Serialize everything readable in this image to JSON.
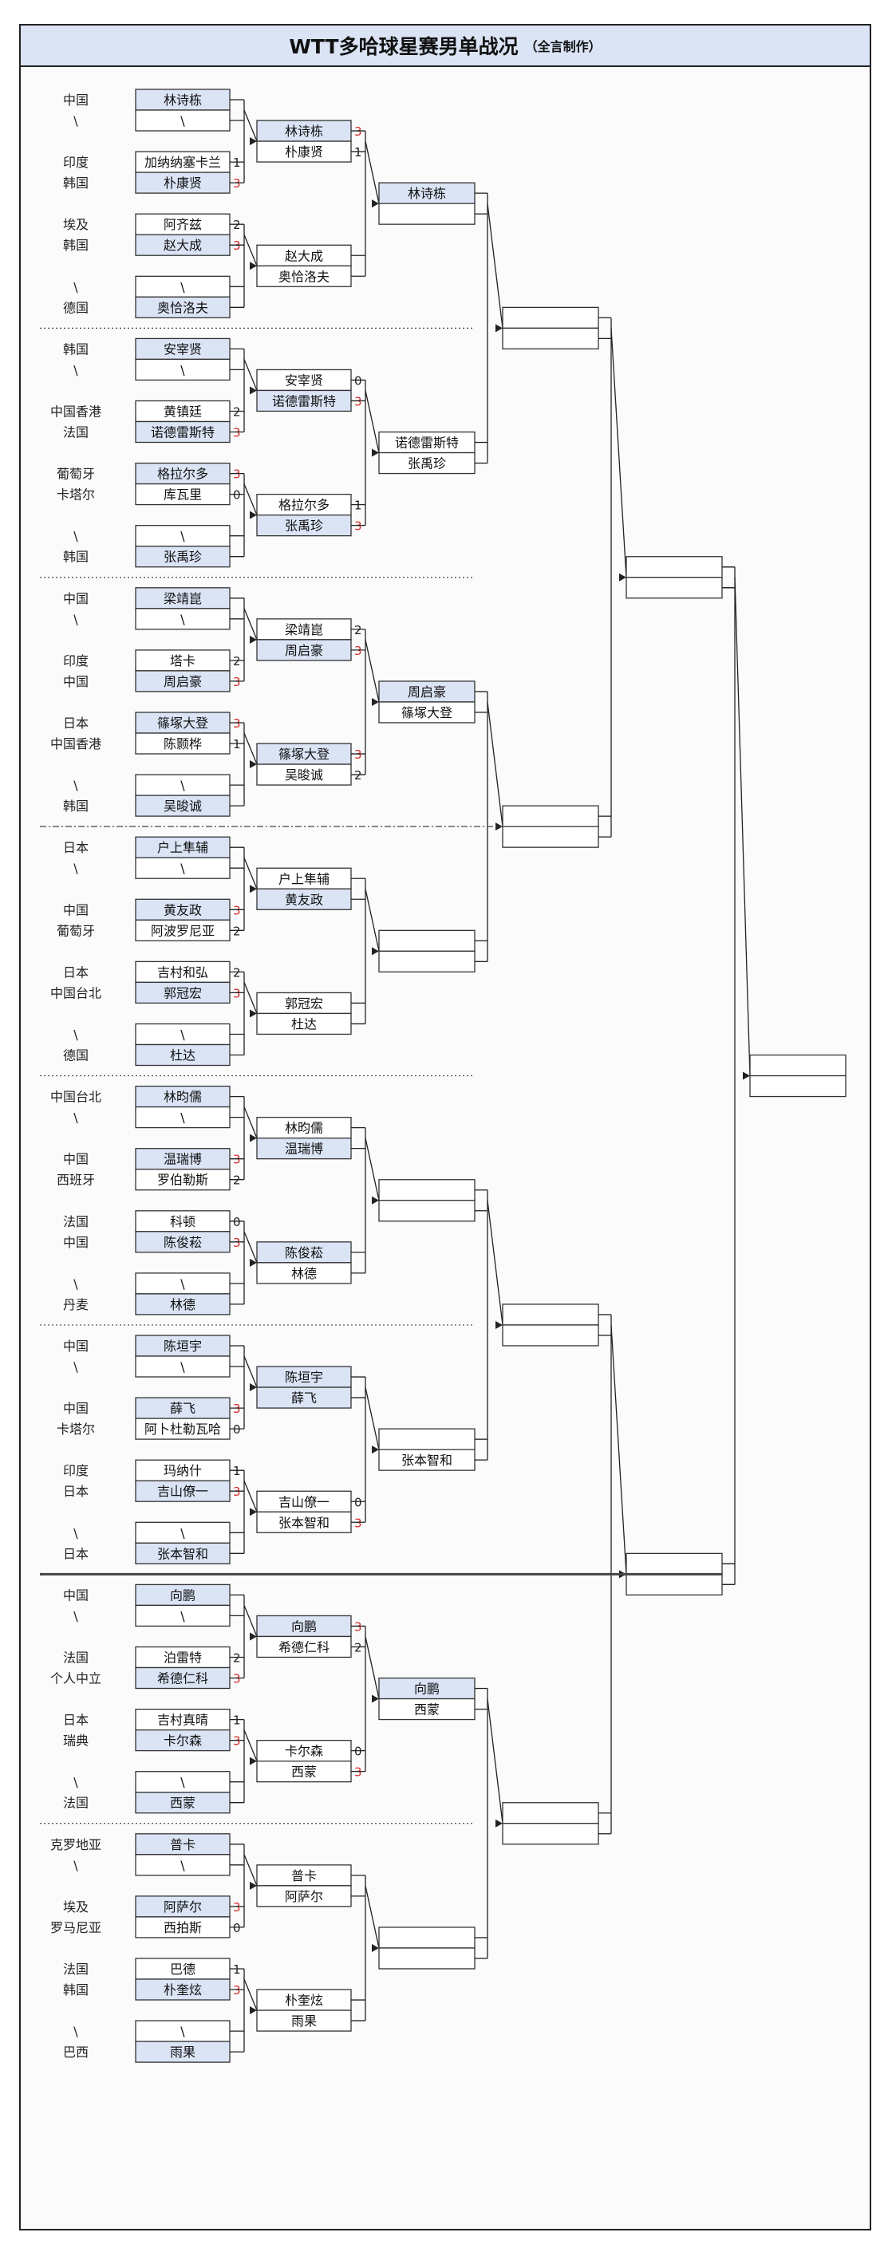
{
  "title": {
    "main": "WTT多哈球星赛男单战况",
    "sub": "（全言制作）"
  },
  "r1": [
    {
      "top": {
        "c": "中国",
        "n": "林诗栋",
        "s": "",
        "w": true
      },
      "bot": {
        "c": "\\",
        "n": "\\",
        "s": "",
        "w": false
      }
    },
    {
      "top": {
        "c": "印度",
        "n": "加纳纳塞卡兰",
        "s": "1",
        "w": false
      },
      "bot": {
        "c": "韩国",
        "n": "朴康贤",
        "s": "3",
        "w": true
      }
    },
    {
      "top": {
        "c": "埃及",
        "n": "阿齐兹",
        "s": "2",
        "w": false
      },
      "bot": {
        "c": "韩国",
        "n": "赵大成",
        "s": "3",
        "w": true
      }
    },
    {
      "top": {
        "c": "\\",
        "n": "\\",
        "s": "",
        "w": false
      },
      "bot": {
        "c": "德国",
        "n": "奥恰洛夫",
        "s": "",
        "w": true
      }
    },
    {
      "top": {
        "c": "韩国",
        "n": "安宰贤",
        "s": "",
        "w": true
      },
      "bot": {
        "c": "\\",
        "n": "\\",
        "s": "",
        "w": false
      }
    },
    {
      "top": {
        "c": "中国香港",
        "n": "黄镇廷",
        "s": "2",
        "w": false
      },
      "bot": {
        "c": "法国",
        "n": "诺德雷斯特",
        "s": "3",
        "w": true
      }
    },
    {
      "top": {
        "c": "葡萄牙",
        "n": "格拉尔多",
        "s": "3",
        "w": true
      },
      "bot": {
        "c": "卡塔尔",
        "n": "库瓦里",
        "s": "0",
        "w": false
      }
    },
    {
      "top": {
        "c": "\\",
        "n": "\\",
        "s": "",
        "w": false
      },
      "bot": {
        "c": "韩国",
        "n": "张禹珍",
        "s": "",
        "w": true
      }
    },
    {
      "top": {
        "c": "中国",
        "n": "梁靖崑",
        "s": "",
        "w": true
      },
      "bot": {
        "c": "\\",
        "n": "\\",
        "s": "",
        "w": false
      }
    },
    {
      "top": {
        "c": "印度",
        "n": "塔卡",
        "s": "2",
        "w": false
      },
      "bot": {
        "c": "中国",
        "n": "周启豪",
        "s": "3",
        "w": true
      }
    },
    {
      "top": {
        "c": "日本",
        "n": "篠塚大登",
        "s": "3",
        "w": true
      },
      "bot": {
        "c": "中国香港",
        "n": "陈颢桦",
        "s": "1",
        "w": false
      }
    },
    {
      "top": {
        "c": "\\",
        "n": "\\",
        "s": "",
        "w": false
      },
      "bot": {
        "c": "韩国",
        "n": "吴晙诚",
        "s": "",
        "w": true
      }
    },
    {
      "top": {
        "c": "日本",
        "n": "户上隼辅",
        "s": "",
        "w": true
      },
      "bot": {
        "c": "\\",
        "n": "\\",
        "s": "",
        "w": false
      }
    },
    {
      "top": {
        "c": "中国",
        "n": "黄友政",
        "s": "3",
        "w": true
      },
      "bot": {
        "c": "葡萄牙",
        "n": "阿波罗尼亚",
        "s": "2",
        "w": false
      }
    },
    {
      "top": {
        "c": "日本",
        "n": "吉村和弘",
        "s": "2",
        "w": false
      },
      "bot": {
        "c": "中国台北",
        "n": "郭冠宏",
        "s": "3",
        "w": true
      }
    },
    {
      "top": {
        "c": "\\",
        "n": "\\",
        "s": "",
        "w": false
      },
      "bot": {
        "c": "德国",
        "n": "杜达",
        "s": "",
        "w": true
      }
    },
    {
      "top": {
        "c": "中国台北",
        "n": "林昀儒",
        "s": "",
        "w": true
      },
      "bot": {
        "c": "\\",
        "n": "\\",
        "s": "",
        "w": false
      }
    },
    {
      "top": {
        "c": "中国",
        "n": "温瑞博",
        "s": "3",
        "w": true
      },
      "bot": {
        "c": "西班牙",
        "n": "罗伯勒斯",
        "s": "2",
        "w": false
      }
    },
    {
      "top": {
        "c": "法国",
        "n": "科顿",
        "s": "0",
        "w": false
      },
      "bot": {
        "c": "中国",
        "n": "陈俊菘",
        "s": "3",
        "w": true
      }
    },
    {
      "top": {
        "c": "\\",
        "n": "\\",
        "s": "",
        "w": false
      },
      "bot": {
        "c": "丹麦",
        "n": "林德",
        "s": "",
        "w": true
      }
    },
    {
      "top": {
        "c": "中国",
        "n": "陈垣宇",
        "s": "",
        "w": true
      },
      "bot": {
        "c": "\\",
        "n": "\\",
        "s": "",
        "w": false
      }
    },
    {
      "top": {
        "c": "中国",
        "n": "薛飞",
        "s": "3",
        "w": true
      },
      "bot": {
        "c": "卡塔尔",
        "n": "阿卜杜勒瓦哈",
        "s": "0",
        "w": false
      }
    },
    {
      "top": {
        "c": "印度",
        "n": "玛纳什",
        "s": "1",
        "w": false
      },
      "bot": {
        "c": "日本",
        "n": "吉山僚一",
        "s": "3",
        "w": true
      }
    },
    {
      "top": {
        "c": "\\",
        "n": "\\",
        "s": "",
        "w": false
      },
      "bot": {
        "c": "日本",
        "n": "张本智和",
        "s": "",
        "w": true
      }
    },
    {
      "top": {
        "c": "中国",
        "n": "向鹏",
        "s": "",
        "w": true
      },
      "bot": {
        "c": "\\",
        "n": "\\",
        "s": "",
        "w": false
      }
    },
    {
      "top": {
        "c": "法国",
        "n": "泊雷特",
        "s": "2",
        "w": false
      },
      "bot": {
        "c": "个人中立",
        "n": "希德仁科",
        "s": "3",
        "w": true
      }
    },
    {
      "top": {
        "c": "日本",
        "n": "吉村真晴",
        "s": "1",
        "w": false
      },
      "bot": {
        "c": "瑞典",
        "n": "卡尔森",
        "s": "3",
        "w": true
      }
    },
    {
      "top": {
        "c": "\\",
        "n": "\\",
        "s": "",
        "w": false
      },
      "bot": {
        "c": "法国",
        "n": "西蒙",
        "s": "",
        "w": true
      }
    },
    {
      "top": {
        "c": "克罗地亚",
        "n": "普卡",
        "s": "",
        "w": true
      },
      "bot": {
        "c": "\\",
        "n": "\\",
        "s": "",
        "w": false
      }
    },
    {
      "top": {
        "c": "埃及",
        "n": "阿萨尔",
        "s": "3",
        "w": true
      },
      "bot": {
        "c": "罗马尼亚",
        "n": "西拍斯",
        "s": "0",
        "w": false
      }
    },
    {
      "top": {
        "c": "法国",
        "n": "巴德",
        "s": "1",
        "w": false
      },
      "bot": {
        "c": "韩国",
        "n": "朴奎炫",
        "s": "3",
        "w": true
      }
    },
    {
      "top": {
        "c": "\\",
        "n": "\\",
        "s": "",
        "w": false
      },
      "bot": {
        "c": "巴西",
        "n": "雨果",
        "s": "",
        "w": true
      }
    }
  ],
  "r2": [
    {
      "top": {
        "n": "林诗栋",
        "s": "3",
        "w": true
      },
      "bot": {
        "n": "朴康贤",
        "s": "1",
        "w": false
      }
    },
    {
      "top": {
        "n": "赵大成",
        "s": "",
        "w": false
      },
      "bot": {
        "n": "奥恰洛夫",
        "s": "",
        "w": false
      }
    },
    {
      "top": {
        "n": "安宰贤",
        "s": "0",
        "w": false
      },
      "bot": {
        "n": "诺德雷斯特",
        "s": "3",
        "w": true
      }
    },
    {
      "top": {
        "n": "格拉尔多",
        "s": "1",
        "w": false
      },
      "bot": {
        "n": "张禹珍",
        "s": "3",
        "w": true
      }
    },
    {
      "top": {
        "n": "梁靖崑",
        "s": "2",
        "w": false
      },
      "bot": {
        "n": "周启豪",
        "s": "3",
        "w": true
      }
    },
    {
      "top": {
        "n": "篠塚大登",
        "s": "3",
        "w": true
      },
      "bot": {
        "n": "吴晙诚",
        "s": "2",
        "w": false
      }
    },
    {
      "top": {
        "n": "户上隼辅",
        "s": "",
        "w": false
      },
      "bot": {
        "n": "黄友政",
        "s": "",
        "w": true
      }
    },
    {
      "top": {
        "n": "郭冠宏",
        "s": "",
        "w": false
      },
      "bot": {
        "n": "杜达",
        "s": "",
        "w": false
      }
    },
    {
      "top": {
        "n": "林昀儒",
        "s": "",
        "w": false
      },
      "bot": {
        "n": "温瑞博",
        "s": "",
        "w": true
      }
    },
    {
      "top": {
        "n": "陈俊菘",
        "s": "",
        "w": true
      },
      "bot": {
        "n": "林德",
        "s": "",
        "w": false
      }
    },
    {
      "top": {
        "n": "陈垣宇",
        "s": "",
        "w": true
      },
      "bot": {
        "n": "薛飞",
        "s": "",
        "w": true
      }
    },
    {
      "top": {
        "n": "吉山僚一",
        "s": "0",
        "w": false
      },
      "bot": {
        "n": "张本智和",
        "s": "3",
        "w": false
      }
    },
    {
      "top": {
        "n": "向鹏",
        "s": "3",
        "w": true
      },
      "bot": {
        "n": "希德仁科",
        "s": "2",
        "w": false
      }
    },
    {
      "top": {
        "n": "卡尔森",
        "s": "0",
        "w": false
      },
      "bot": {
        "n": "西蒙",
        "s": "3",
        "w": false
      }
    },
    {
      "top": {
        "n": "普卡",
        "s": "",
        "w": false
      },
      "bot": {
        "n": "阿萨尔",
        "s": "",
        "w": false
      }
    },
    {
      "top": {
        "n": "朴奎炫",
        "s": "",
        "w": false
      },
      "bot": {
        "n": "雨果",
        "s": "",
        "w": false
      }
    }
  ],
  "r3": [
    {
      "top": {
        "n": "林诗栋",
        "s": "",
        "w": true
      },
      "bot": {
        "n": "",
        "s": "",
        "w": false
      }
    },
    {
      "top": {
        "n": "诺德雷斯特",
        "s": "",
        "w": false
      },
      "bot": {
        "n": "张禹珍",
        "s": "",
        "w": false
      }
    },
    {
      "top": {
        "n": "周启豪",
        "s": "",
        "w": true
      },
      "bot": {
        "n": "篠塚大登",
        "s": "",
        "w": false
      }
    },
    {
      "top": {
        "n": "",
        "s": "",
        "w": false
      },
      "bot": {
        "n": "",
        "s": "",
        "w": false
      }
    },
    {
      "top": {
        "n": "",
        "s": "",
        "w": false
      },
      "bot": {
        "n": "",
        "s": "",
        "w": false
      }
    },
    {
      "top": {
        "n": "",
        "s": "",
        "w": false
      },
      "bot": {
        "n": "张本智和",
        "s": "",
        "w": false
      }
    },
    {
      "top": {
        "n": "向鹏",
        "s": "",
        "w": true
      },
      "bot": {
        "n": "西蒙",
        "s": "",
        "w": false
      }
    },
    {
      "top": {
        "n": "",
        "s": "",
        "w": false
      },
      "bot": {
        "n": "",
        "s": "",
        "w": false
      }
    }
  ],
  "r4": [
    {
      "top": {
        "n": "",
        "s": "",
        "w": false
      },
      "bot": {
        "n": "",
        "s": "",
        "w": false
      }
    },
    {
      "top": {
        "n": "",
        "s": "",
        "w": false
      },
      "bot": {
        "n": "",
        "s": "",
        "w": false
      }
    },
    {
      "top": {
        "n": "",
        "s": "",
        "w": false
      },
      "bot": {
        "n": "",
        "s": "",
        "w": false
      }
    },
    {
      "top": {
        "n": "",
        "s": "",
        "w": false
      },
      "bot": {
        "n": "",
        "s": "",
        "w": false
      }
    }
  ],
  "r5": [
    {
      "top": {
        "n": "",
        "s": "",
        "w": false
      },
      "bot": {
        "n": "",
        "s": "",
        "w": false
      }
    },
    {
      "top": {
        "n": "",
        "s": "",
        "w": false
      },
      "bot": {
        "n": "",
        "s": "",
        "w": false
      }
    }
  ],
  "r6": [
    {
      "top": {
        "n": "",
        "s": "",
        "w": false
      },
      "bot": {
        "n": "",
        "s": "",
        "w": false
      }
    }
  ],
  "separators": [
    "dotted",
    "dotted",
    "dashdot",
    "dotted",
    "dotted",
    "solid",
    "dotted",
    "dotted",
    "dashdot",
    "dotted",
    "dotted"
  ],
  "colors": {
    "winner_fill": "#dae4f5",
    "score_win": "#d42c2c",
    "title_fill": "#dae4f5"
  }
}
